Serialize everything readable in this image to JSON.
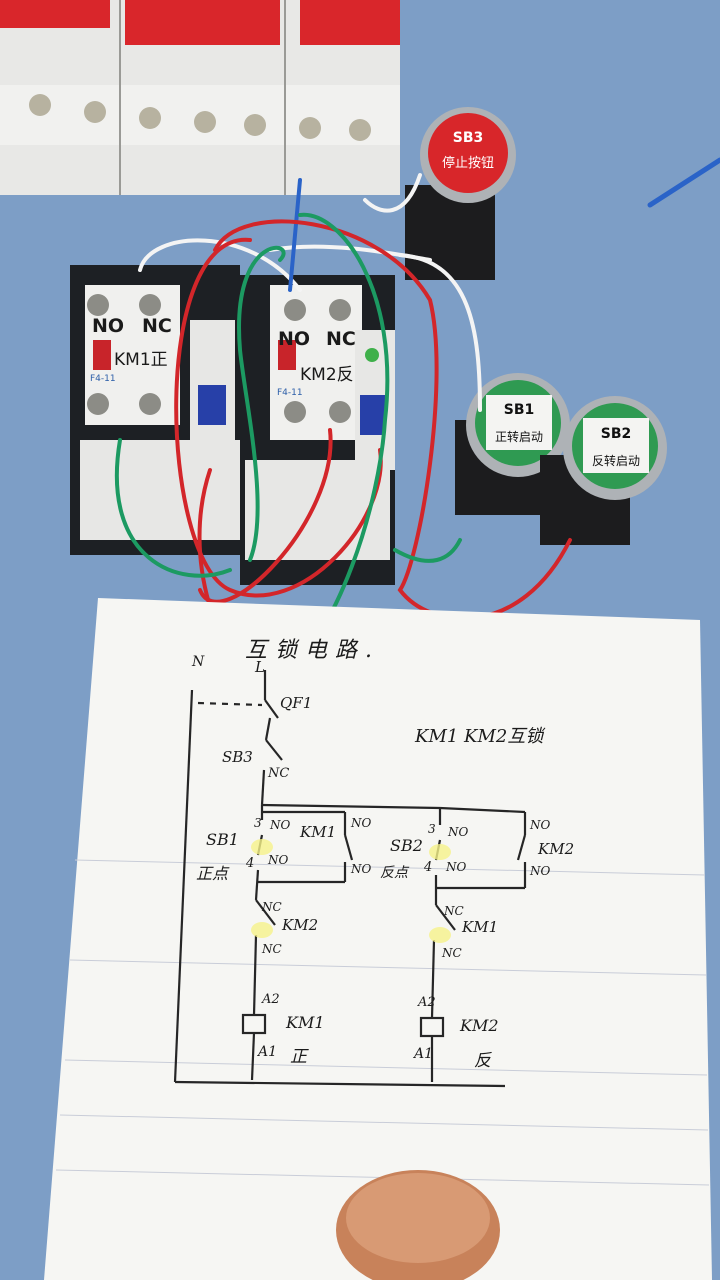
{
  "buttons": {
    "sb3": {
      "tag": "SB3",
      "text": "停止按钮"
    },
    "sb1": {
      "tag": "SB1",
      "text": "正转启动"
    },
    "sb2": {
      "tag": "SB2",
      "text": "反转启动"
    }
  },
  "contactors": {
    "km1": {
      "no": "NO",
      "nc": "NC",
      "label": "KM1正",
      "model": "F4-11"
    },
    "km2": {
      "no": "NO",
      "nc": "NC",
      "label": "KM2反",
      "model": "F4-11"
    }
  },
  "diagram": {
    "title": "互锁电路.",
    "subtitle": "KM1 KM2互锁",
    "n": "N",
    "l": "L",
    "qf": "QF1",
    "sb3": "SB3",
    "nc_top": "NC",
    "sb1": "SB1",
    "sb1_sub": "正点",
    "sb2": "SB2",
    "sb2_sub": "反点",
    "no": "NO",
    "km1": "KM1",
    "km2": "KM2",
    "nc": "NC",
    "a2": "A2",
    "a1": "A1",
    "coil1_sub": "正",
    "coil2_sub": "反",
    "n3": "3",
    "n4": "4"
  }
}
